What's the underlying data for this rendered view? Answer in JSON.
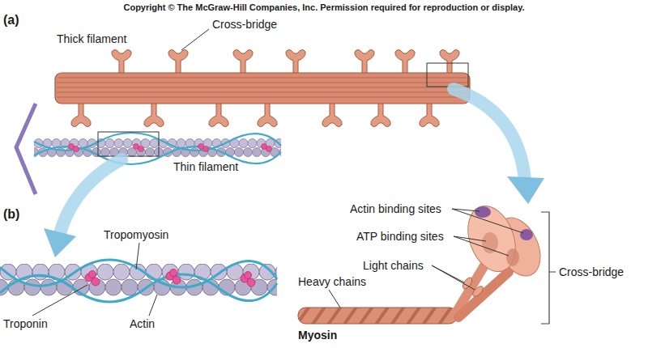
{
  "diagram": {
    "labels": [
      "Copyright © The McGraw-Hill Companies, Inc. Permission required for reproduction or display.",
      "(a)",
      "Thick filament",
      "Cross-bridge",
      "Thin filament",
      "(b)",
      "Tropomyosin",
      "Troponin",
      "Actin",
      "Actin binding sites",
      "ATP binding sites",
      "Light chains",
      "Heavy chains",
      "Cross-bridge",
      "Myosin"
    ]
  }
}
